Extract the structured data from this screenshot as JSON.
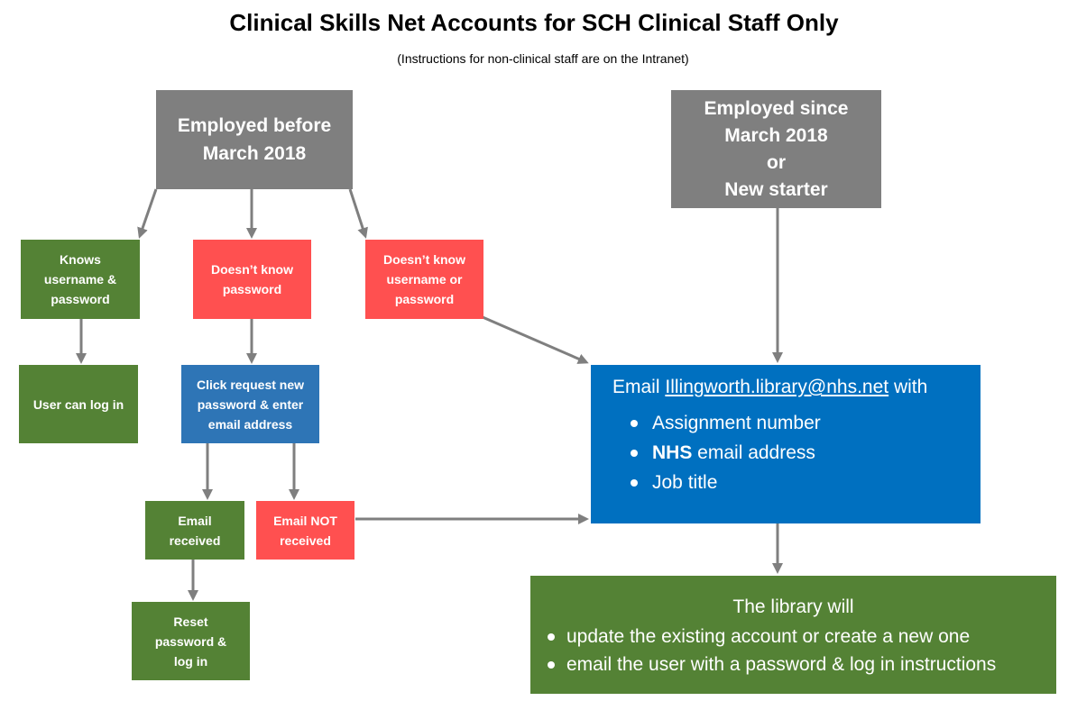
{
  "header": {
    "title": "Clinical Skills Net Accounts for SCH Clinical Staff Only",
    "subtitle": "(Instructions for non-clinical staff are on the Intranet)"
  },
  "colors": {
    "grey": "#7f7f7f",
    "green": "#548235",
    "red": "#ff5050",
    "blue": "#2e75b6",
    "email_blue": "#0070c0",
    "arrow": "#7f7f7f"
  },
  "nodes": {
    "employed_before": [
      "Employed before",
      "March 2018"
    ],
    "employed_since": [
      "Employed since",
      "March 2018",
      "or",
      "New starter"
    ],
    "knows": [
      "Knows",
      "username  &",
      "password"
    ],
    "no_password": [
      "Doesn’t  know",
      "password"
    ],
    "no_username": [
      "Doesn’t know",
      "username or",
      "password"
    ],
    "can_log_in": "User can log in",
    "request": [
      "Click request new",
      "password & enter",
      "email address"
    ],
    "email_received": [
      "Email",
      "received"
    ],
    "email_not_received": [
      "Email NOT",
      "received"
    ],
    "reset": [
      "Reset",
      "password &",
      "log in"
    ]
  },
  "email_box": {
    "prefix": "Email",
    "address": "Illingworth.library@nhs.net",
    "suffix": "with",
    "items": [
      {
        "bold": "",
        "text": "Assignment number"
      },
      {
        "bold": "NHS",
        "text": " email address"
      },
      {
        "bold": "",
        "text": "Job title"
      }
    ]
  },
  "library_box": {
    "heading": "The library will",
    "items": [
      "update the existing account or create a new one",
      "email the user with a password & log in instructions"
    ]
  }
}
